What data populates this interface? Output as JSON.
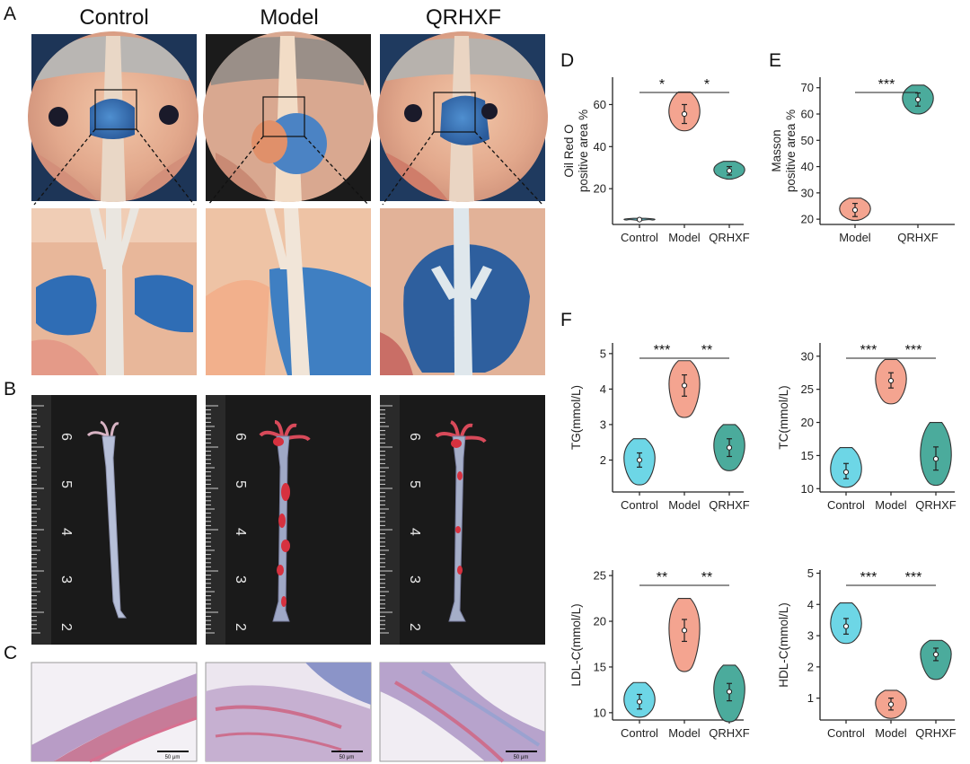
{
  "panel_letters": {
    "a": "A",
    "b": "B",
    "c": "C",
    "d": "D",
    "e": "E",
    "f": "F"
  },
  "groups": [
    "Control",
    "Model",
    "QRHXF"
  ],
  "scale_bar_label": "50 μm",
  "ruler_numbers": [
    "6",
    "5",
    "4",
    "3",
    "2"
  ],
  "colors": {
    "control": "#6dd6e6",
    "model": "#f4a490",
    "qrhxf": "#4bab9c",
    "outline": "#333333"
  },
  "chart_data": [
    {
      "id": "D",
      "type": "violin",
      "ylabel": [
        "Oil Red O",
        "positive area %"
      ],
      "categories": [
        "Control",
        "Model",
        "QRHXF"
      ],
      "yticks": [
        20,
        40,
        60
      ],
      "ylim": [
        3,
        73
      ],
      "series": [
        {
          "category": "Control",
          "min": 4.9,
          "max": 5.9,
          "median": 5.3,
          "q1": 5.0,
          "q3": 5.6
        },
        {
          "category": "Model",
          "min": 47.5,
          "max": 66,
          "median": 55.5,
          "q1": 51,
          "q3": 60
        },
        {
          "category": "QRHXF",
          "min": 24.5,
          "max": 33,
          "median": 28.5,
          "q1": 26.5,
          "q3": 30.5
        }
      ],
      "significance": [
        {
          "pair": [
            "Control",
            "Model"
          ],
          "label": "*"
        },
        {
          "pair": [
            "Model",
            "QRHXF"
          ],
          "label": "*"
        }
      ]
    },
    {
      "id": "E",
      "type": "violin",
      "ylabel": [
        "Masson",
        "positive area %"
      ],
      "categories": [
        "Model",
        "QRHXF"
      ],
      "yticks": [
        20,
        30,
        40,
        50,
        60,
        70
      ],
      "ylim": [
        18,
        74
      ],
      "series": [
        {
          "category": "Model",
          "min": 19.5,
          "max": 28,
          "median": 23.5,
          "q1": 21,
          "q3": 26
        },
        {
          "category": "QRHXF",
          "min": 60,
          "max": 71,
          "median": 65.5,
          "q1": 63,
          "q3": 68
        }
      ],
      "significance": [
        {
          "pair": [
            "Model",
            "QRHXF"
          ],
          "label": "***"
        }
      ]
    },
    {
      "id": "F-TG",
      "type": "violin",
      "ylabel": [
        "TG(mmol/L)"
      ],
      "categories": [
        "Control",
        "Model",
        "QRHXF"
      ],
      "yticks": [
        2,
        3,
        4,
        5
      ],
      "ylim": [
        1.1,
        5.3
      ],
      "series": [
        {
          "category": "Control",
          "min": 1.3,
          "max": 2.6,
          "median": 2.0,
          "q1": 1.8,
          "q3": 2.2
        },
        {
          "category": "Model",
          "min": 3.2,
          "max": 4.8,
          "median": 4.1,
          "q1": 3.8,
          "q3": 4.4
        },
        {
          "category": "QRHXF",
          "min": 1.7,
          "max": 3.0,
          "median": 2.35,
          "q1": 2.1,
          "q3": 2.6
        }
      ],
      "significance": [
        {
          "pair": [
            "Control",
            "Model"
          ],
          "label": "***"
        },
        {
          "pair": [
            "Model",
            "QRHXF"
          ],
          "label": "**"
        }
      ]
    },
    {
      "id": "F-TC",
      "type": "violin",
      "ylabel": [
        "TC(mmol/L)"
      ],
      "categories": [
        "Control",
        "Model",
        "QRHXF"
      ],
      "yticks": [
        10,
        15,
        20,
        25,
        30
      ],
      "ylim": [
        9.5,
        32
      ],
      "series": [
        {
          "category": "Control",
          "min": 10.2,
          "max": 16.2,
          "median": 12.5,
          "q1": 11.5,
          "q3": 13.8
        },
        {
          "category": "Model",
          "min": 22.8,
          "max": 29.5,
          "median": 26.3,
          "q1": 25.2,
          "q3": 27.5
        },
        {
          "category": "QRHXF",
          "min": 10.5,
          "max": 20.0,
          "median": 14.5,
          "q1": 12.8,
          "q3": 16.3
        }
      ],
      "significance": [
        {
          "pair": [
            "Control",
            "Model"
          ],
          "label": "***"
        },
        {
          "pair": [
            "Model",
            "QRHXF"
          ],
          "label": "***"
        }
      ]
    },
    {
      "id": "F-LDL",
      "type": "violin",
      "ylabel": [
        "LDL-C(mmol/L)"
      ],
      "categories": [
        "Control",
        "Model",
        "QRHXF"
      ],
      "yticks": [
        10,
        15,
        20,
        25
      ],
      "ylim": [
        9.2,
        25.6
      ],
      "series": [
        {
          "category": "Control",
          "min": 9.5,
          "max": 13.3,
          "median": 11.2,
          "q1": 10.4,
          "q3": 12.0
        },
        {
          "category": "Model",
          "min": 14.5,
          "max": 22.5,
          "median": 19.0,
          "q1": 17.8,
          "q3": 20.2
        },
        {
          "category": "QRHXF",
          "min": 9.0,
          "max": 15.2,
          "median": 12.3,
          "q1": 11.3,
          "q3": 13.2
        }
      ],
      "significance": [
        {
          "pair": [
            "Control",
            "Model"
          ],
          "label": "**"
        },
        {
          "pair": [
            "Model",
            "QRHXF"
          ],
          "label": "**"
        }
      ]
    },
    {
      "id": "F-HDL",
      "type": "violin",
      "ylabel": [
        "HDL-C(mmol/L)"
      ],
      "categories": [
        "Control",
        "Model",
        "QRHXF"
      ],
      "yticks": [
        1,
        2,
        3,
        4,
        5
      ],
      "ylim": [
        0.3,
        5.1
      ],
      "series": [
        {
          "category": "Control",
          "min": 2.75,
          "max": 4.05,
          "median": 3.3,
          "q1": 3.05,
          "q3": 3.55
        },
        {
          "category": "Model",
          "min": 0.35,
          "max": 1.25,
          "median": 0.8,
          "q1": 0.62,
          "q3": 1.0
        },
        {
          "category": "QRHXF",
          "min": 1.6,
          "max": 2.85,
          "median": 2.4,
          "q1": 2.2,
          "q3": 2.6
        }
      ],
      "significance": [
        {
          "pair": [
            "Control",
            "Model"
          ],
          "label": "***"
        },
        {
          "pair": [
            "Model",
            "QRHXF"
          ],
          "label": "***"
        }
      ]
    }
  ]
}
